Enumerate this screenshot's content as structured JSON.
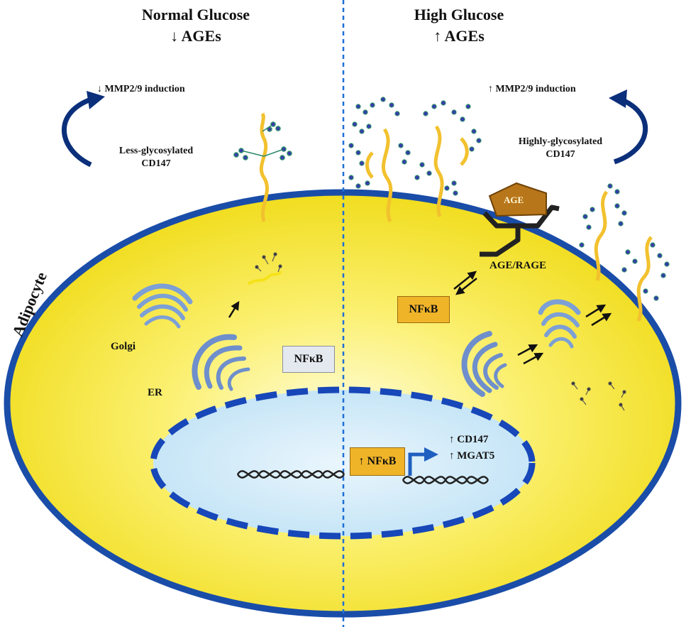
{
  "left_panel": {
    "title": "Normal Glucose",
    "subtitle": "↓ AGEs",
    "mmp_label": "↓ MMP2/9 induction",
    "cd147_label_line1": "Less-glycosylated",
    "cd147_label_line2": "CD147",
    "golgi_label": "Golgi",
    "er_label": "ER"
  },
  "right_panel": {
    "title": "High Glucose",
    "subtitle": "↑ AGEs",
    "mmp_label": "↑ MMP2/9 induction",
    "cd147_label_line1": "Highly-glycosylated",
    "cd147_label_line2": "CD147",
    "age_label": "AGE",
    "age_rage_label": "AGE/RAGE",
    "nfkb_cytoplasm": "NFκB",
    "nfkb_nucleus": "↑ NFκB",
    "gene_cd147": "↑ CD147",
    "gene_mgat5": "↑ MGAT5"
  },
  "cell": {
    "label": "Adipocyte",
    "nfkb_center": "NFκB"
  },
  "colors": {
    "cytoplasm": "#f5e61e",
    "cytoplasm_light": "#fffcc8",
    "membrane": "#2a5bb5",
    "membrane_dark": "#0c2c7a",
    "nucleus_fill": "#cde9f8",
    "nfkb_box": "#f0b429",
    "age_fill": "#b8761a",
    "organelle": "#7c9fd6",
    "glycan_stem": "#f2c12e",
    "divider": "#1f6fd6"
  }
}
